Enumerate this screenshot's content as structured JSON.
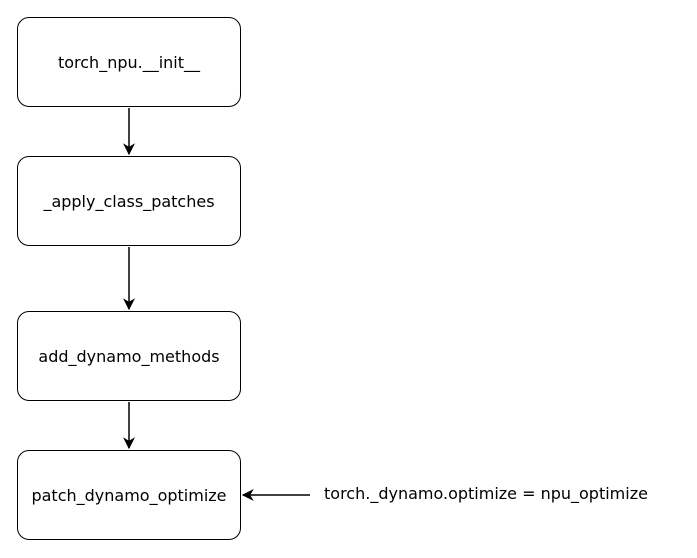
{
  "nodes": [
    {
      "id": "n1",
      "label": "torch_npu.__init__"
    },
    {
      "id": "n2",
      "label": "_apply_class_patches"
    },
    {
      "id": "n3",
      "label": "add_dynamo_methods"
    },
    {
      "id": "n4",
      "label": "patch_dynamo_optimize"
    }
  ],
  "edges": [
    {
      "from": "n1",
      "to": "n2"
    },
    {
      "from": "n2",
      "to": "n3"
    },
    {
      "from": "n3",
      "to": "n4"
    },
    {
      "from": "side-note",
      "to": "n4"
    }
  ],
  "side_note": {
    "label": "torch._dynamo.optimize = npu_optimize"
  },
  "colors": {
    "stroke": "#000000",
    "background": "#ffffff"
  }
}
